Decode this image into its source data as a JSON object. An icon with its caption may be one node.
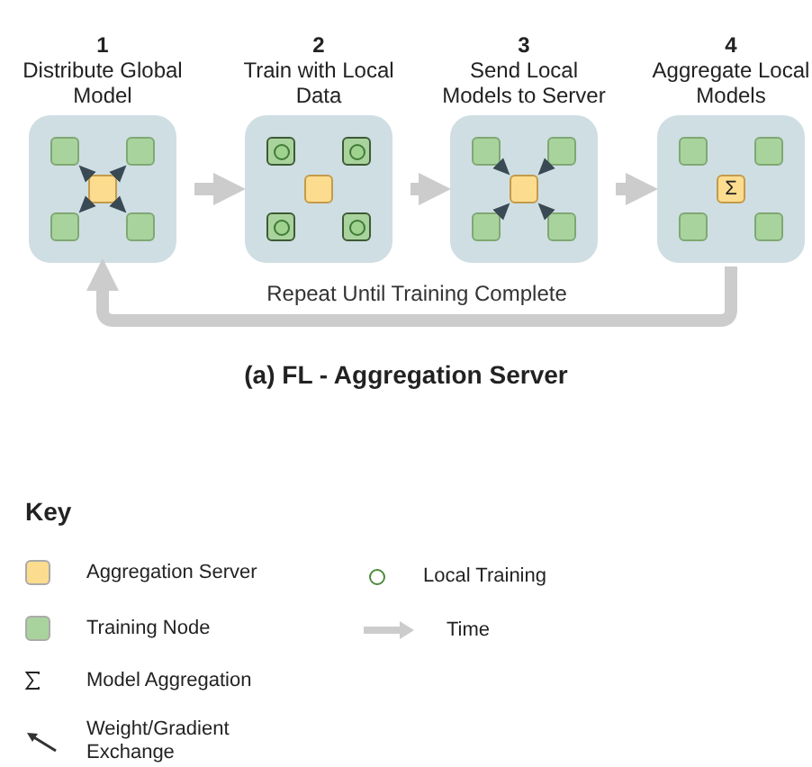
{
  "diagram": {
    "caption": "(a) FL - Aggregation Server",
    "nodes": [
      {
        "text": [
          "1",
          "Distribute Global Model"
        ]
      },
      {
        "text": [],
        "shape": "box",
        "in": 0
      },
      {
        "text": [],
        "shape": "box",
        "in": 0
      },
      {
        "text": [],
        "shape": "box",
        "in": 0
      },
      {
        "text": [],
        "shape": "box",
        "in": 0
      },
      {
        "text": [],
        "shape": "box",
        "in": 0
      },
      {
        "text": [
          "2",
          "Train with Local Data"
        ]
      },
      {
        "text": [],
        "shape": "box",
        "in": 6
      },
      {
        "text": [],
        "shape": "box",
        "in": 6
      },
      {
        "text": [],
        "shape": "box",
        "in": 6
      },
      {
        "text": [],
        "shape": "box",
        "in": 6
      },
      {
        "text": [],
        "shape": "box",
        "in": 6
      },
      {
        "text": [
          "3",
          "Send Local Models to Server"
        ]
      },
      {
        "text": [],
        "shape": "box",
        "in": 12
      },
      {
        "text": [],
        "shape": "box",
        "in": 12
      },
      {
        "text": [],
        "shape": "box",
        "in": 12
      },
      {
        "text": [],
        "shape": "box",
        "in": 12
      },
      {
        "text": [],
        "shape": "box",
        "in": 12
      },
      {
        "text": [
          "4",
          "Aggregate Local Models"
        ]
      },
      {
        "text": [],
        "shape": "box",
        "in": 18
      },
      {
        "text": [],
        "shape": "box",
        "in": 18
      },
      {
        "text": [
          "Σ"
        ],
        "in": 18
      },
      {
        "text": [],
        "shape": "box",
        "in": 18
      },
      {
        "text": [],
        "shape": "box",
        "in": 18
      }
    ],
    "edges": [
      {
        "from": 3,
        "to": 1,
        "arrow": "to"
      },
      {
        "from": 3,
        "to": 2,
        "arrow": "to"
      },
      {
        "from": 3,
        "to": 4,
        "arrow": "to"
      },
      {
        "from": 3,
        "to": 5,
        "arrow": "to"
      },
      {
        "from": 13,
        "to": 15,
        "arrow": "to"
      },
      {
        "from": 14,
        "to": 15,
        "arrow": "to"
      },
      {
        "from": 16,
        "to": 15,
        "arrow": "to"
      },
      {
        "from": 17,
        "to": 15,
        "arrow": "to"
      },
      {
        "from": 0,
        "to": 6,
        "arrow": "to",
        "style": "thick",
        "color": "#cccccc"
      },
      {
        "from": 6,
        "to": 12,
        "arrow": "to",
        "style": "thick",
        "color": "#cccccc"
      },
      {
        "from": 12,
        "to": 18,
        "arrow": "to",
        "style": "thick",
        "color": "#cccccc"
      },
      {
        "from": 18,
        "to": 0,
        "arrow": "to",
        "style": "thick",
        "color": "#cccccc",
        "label": "Repeat Until Training Complete"
      }
    ],
    "labels": [
      "Key"
    ],
    "legend": [
      {
        "text": "Aggregation Server",
        "color": "#fcdc8e"
      },
      {
        "text": "Local Training"
      },
      {
        "text": "Training Node",
        "color": "#a9d39c"
      },
      {
        "text": "Time"
      },
      {
        "text": "Model Aggregation"
      },
      {
        "text": "Weight/Gradient Exchange"
      }
    ]
  }
}
